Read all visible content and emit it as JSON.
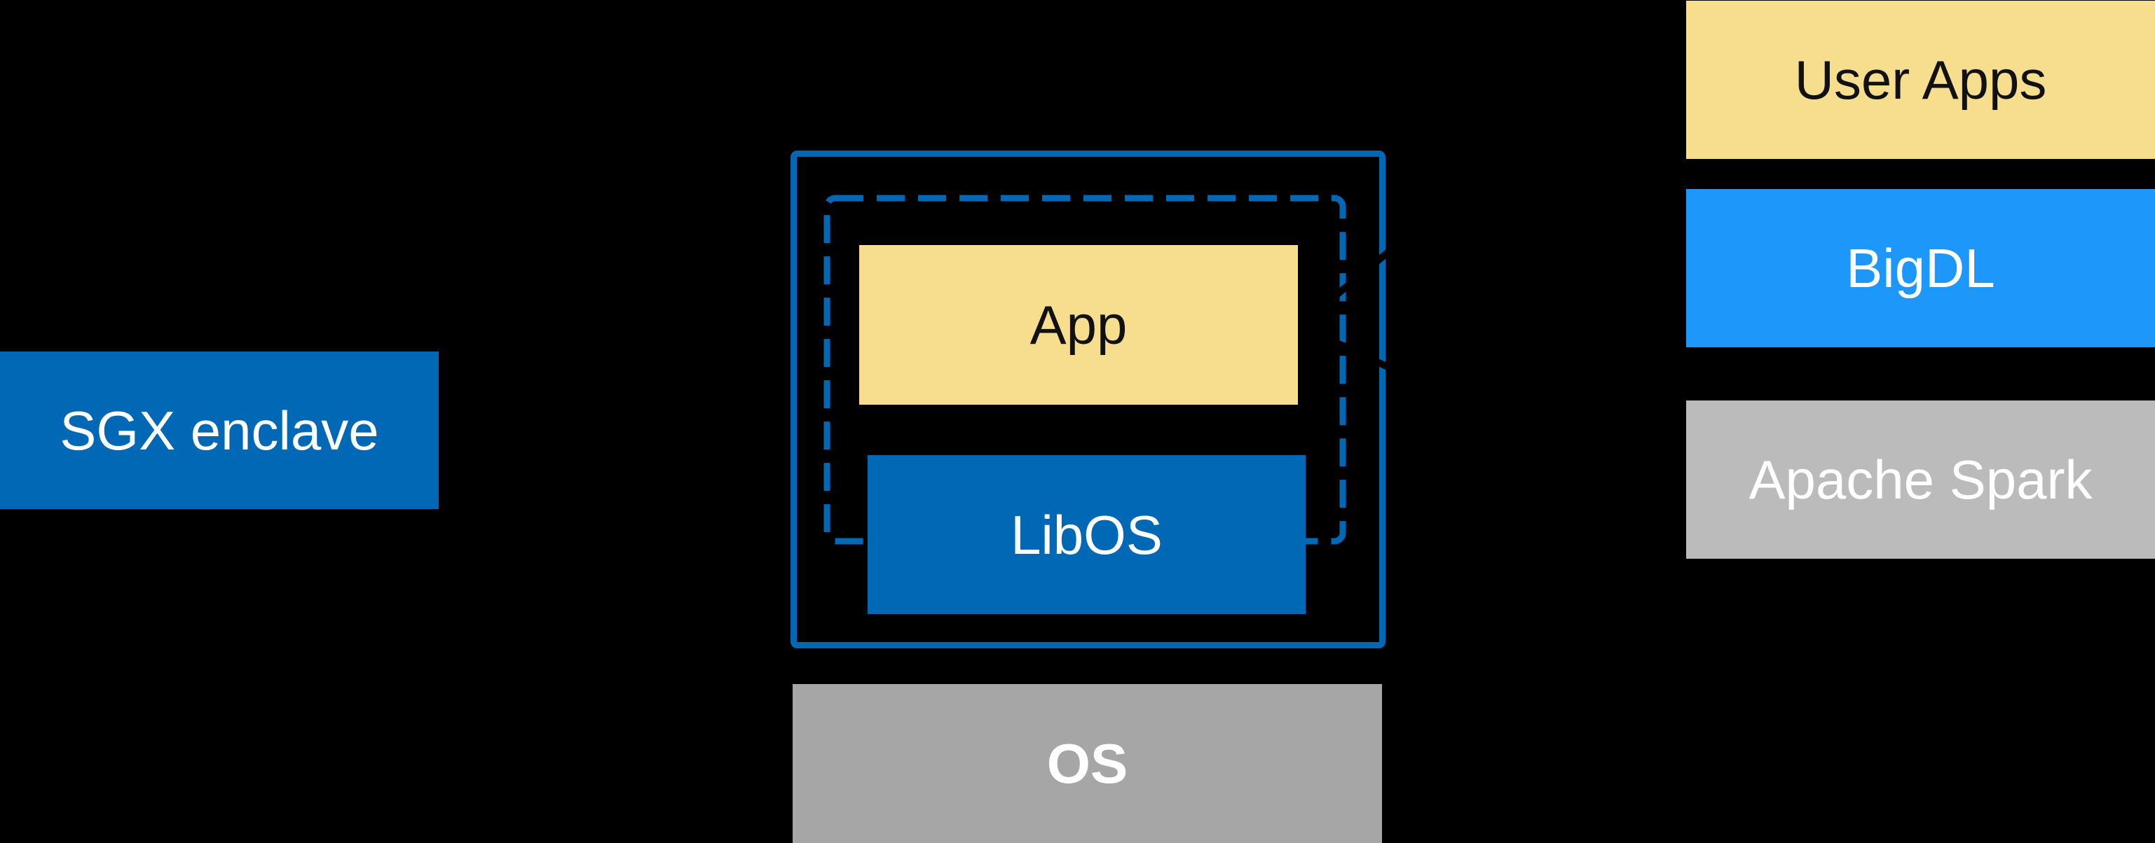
{
  "canvas": {
    "background": "#000000"
  },
  "colors": {
    "intel_blue": "#0068B5",
    "bright_blue": "#1E97FA",
    "soft_yellow": "#F6DE8E",
    "gray_light": "#BBBBBB",
    "gray_medium": "#A6A6A6",
    "text_black": "#111111",
    "text_white": "#FFFFFF",
    "connector_black": "#000000"
  },
  "diagram": {
    "sgx": {
      "label": "SGX enclave"
    },
    "enclave": {
      "app_label": "App",
      "libos_label": "LibOS"
    },
    "os": {
      "label": "OS"
    },
    "stack": [
      {
        "label": "User Apps"
      },
      {
        "label": "BigDL"
      },
      {
        "label": "Apache Spark"
      }
    ]
  }
}
